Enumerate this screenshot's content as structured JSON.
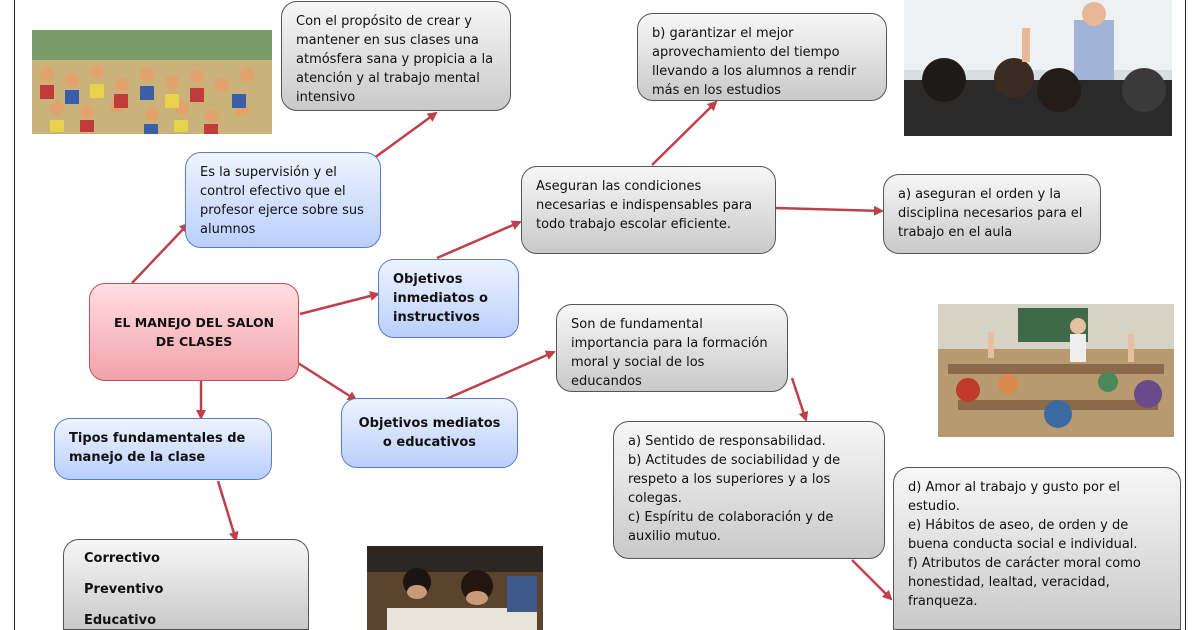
{
  "center_node": "EL MANEJO DEL SALON DE CLASES",
  "supervision": "Es la supervisión y el control efectivo que el profesor ejerce sobre sus alumnos",
  "proposito": "Con el propósito de crear y mantener en sus clases una atmósfera sana y propicia a la atención y al trabajo mental intensivo",
  "objetivos_inmediatos": "Objetivos inmediatos o instructivos",
  "aseguran": "Aseguran las condiciones necesarias e indispensables para todo trabajo escolar eficiente.",
  "garantizar": "b) garantizar el mejor aprovechamiento del tiempo llevando a los alumnos a rendir más en los estudios",
  "orden": "a) aseguran el orden y la disciplina necesarios para el trabajo en el aula",
  "objetivos_mediatos": "Objetivos mediatos o educativos",
  "fundamental": "Son de fundamental importancia para la formación moral y social de los educandos",
  "list_ac": [
    "a) Sentido de responsabilidad.",
    "b) Actitudes de sociabilidad y de respeto a los superiores y a los colegas.",
    "c) Espíritu de colaboración y de auxilio mutuo."
  ],
  "list_df": [
    "d) Amor al trabajo y gusto por el estudio.",
    "e) Hábitos de aseo, de orden y de buena conducta social e individual.",
    "f) Atributos de carácter moral como honestidad, lealtad, veracidad, franqueza."
  ],
  "tipos": "Tipos fundamentales de manejo de la clase",
  "tipos_list": [
    "Correctivo",
    "Preventivo",
    "Educativo"
  ],
  "colors": {
    "arrow": "#c0404a",
    "grey_box": "#d4d4d4",
    "blue_box": "#c9dafc",
    "pink_box": "#f4b0b7"
  }
}
